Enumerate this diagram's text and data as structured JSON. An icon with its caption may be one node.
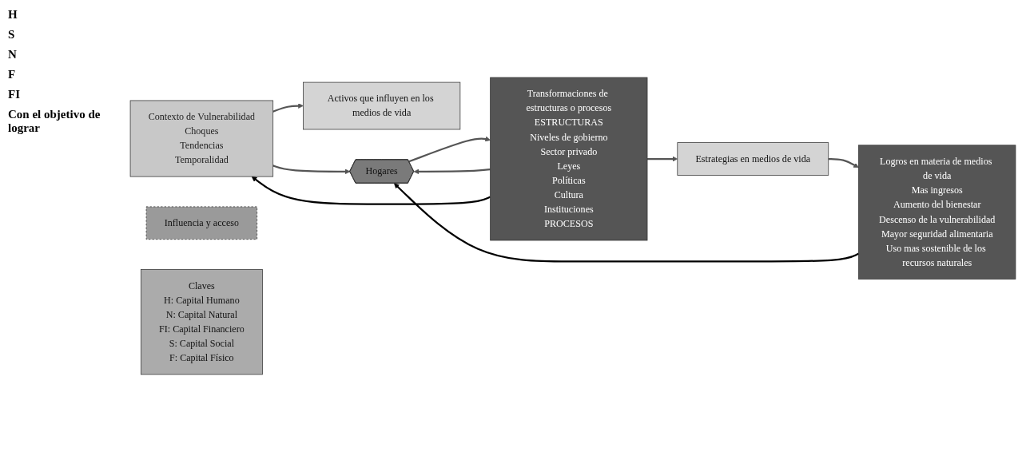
{
  "diagram": {
    "nodes": [
      {
        "text": [
          "Contexto de Vulnerabilidad",
          "Choques",
          "Tendencias",
          "Temporalidad"
        ]
      },
      {
        "text": [
          "Activos que influyen en los medios de vida"
        ]
      },
      {
        "text": [
          "Hogares"
        ],
        "beside": [
          "H",
          "S",
          "N",
          "F",
          "FI"
        ]
      },
      {
        "text": [
          "Influencia y acceso"
        ]
      },
      {
        "text": [
          "Transformaciones de estructuras o procesos",
          "ESTRUCTURAS",
          "Niveles de gobierno",
          "Sector privado",
          "Leyes",
          "Políticas",
          "Cultura",
          "Instituciones",
          "PROCESOS"
        ]
      },
      {
        "text": [
          "Claves",
          "H: Capital Humano",
          "N: Capital Natural",
          "FI: Capital Financiero",
          "S: Capital Social",
          "F: Capital Físico"
        ]
      },
      {
        "text": [
          "Estrategias en medios de vida"
        ]
      },
      {
        "text": [
          "Logros en materia de medios de vida",
          "Mas ingresos",
          "Aumento del bienestar",
          "Descenso de la vulnerabilidad",
          "Mayor seguridad alimentaria",
          "Uso mas sostenible de los recursos naturales"
        ]
      }
    ],
    "edges": [
      {
        "from": 0,
        "to": 1,
        "arrow": "to"
      },
      {
        "from": 0,
        "to": 2,
        "arrow": "to"
      },
      {
        "from": 2,
        "to": 4,
        "arrow": "to"
      },
      {
        "from": 4,
        "to": 2,
        "arrow": "to"
      },
      {
        "from": 4,
        "to": 6,
        "arrow": "to"
      },
      {
        "from": 6,
        "to": 7,
        "arrow": "to"
      },
      {
        "from": 4,
        "to": 0,
        "arrow": "to",
        "color": "#000000"
      },
      {
        "from": 7,
        "to": 2,
        "arrow": "to",
        "color": "#000000"
      }
    ],
    "labels": [
      "Con el objetivo de lograr"
    ]
  }
}
